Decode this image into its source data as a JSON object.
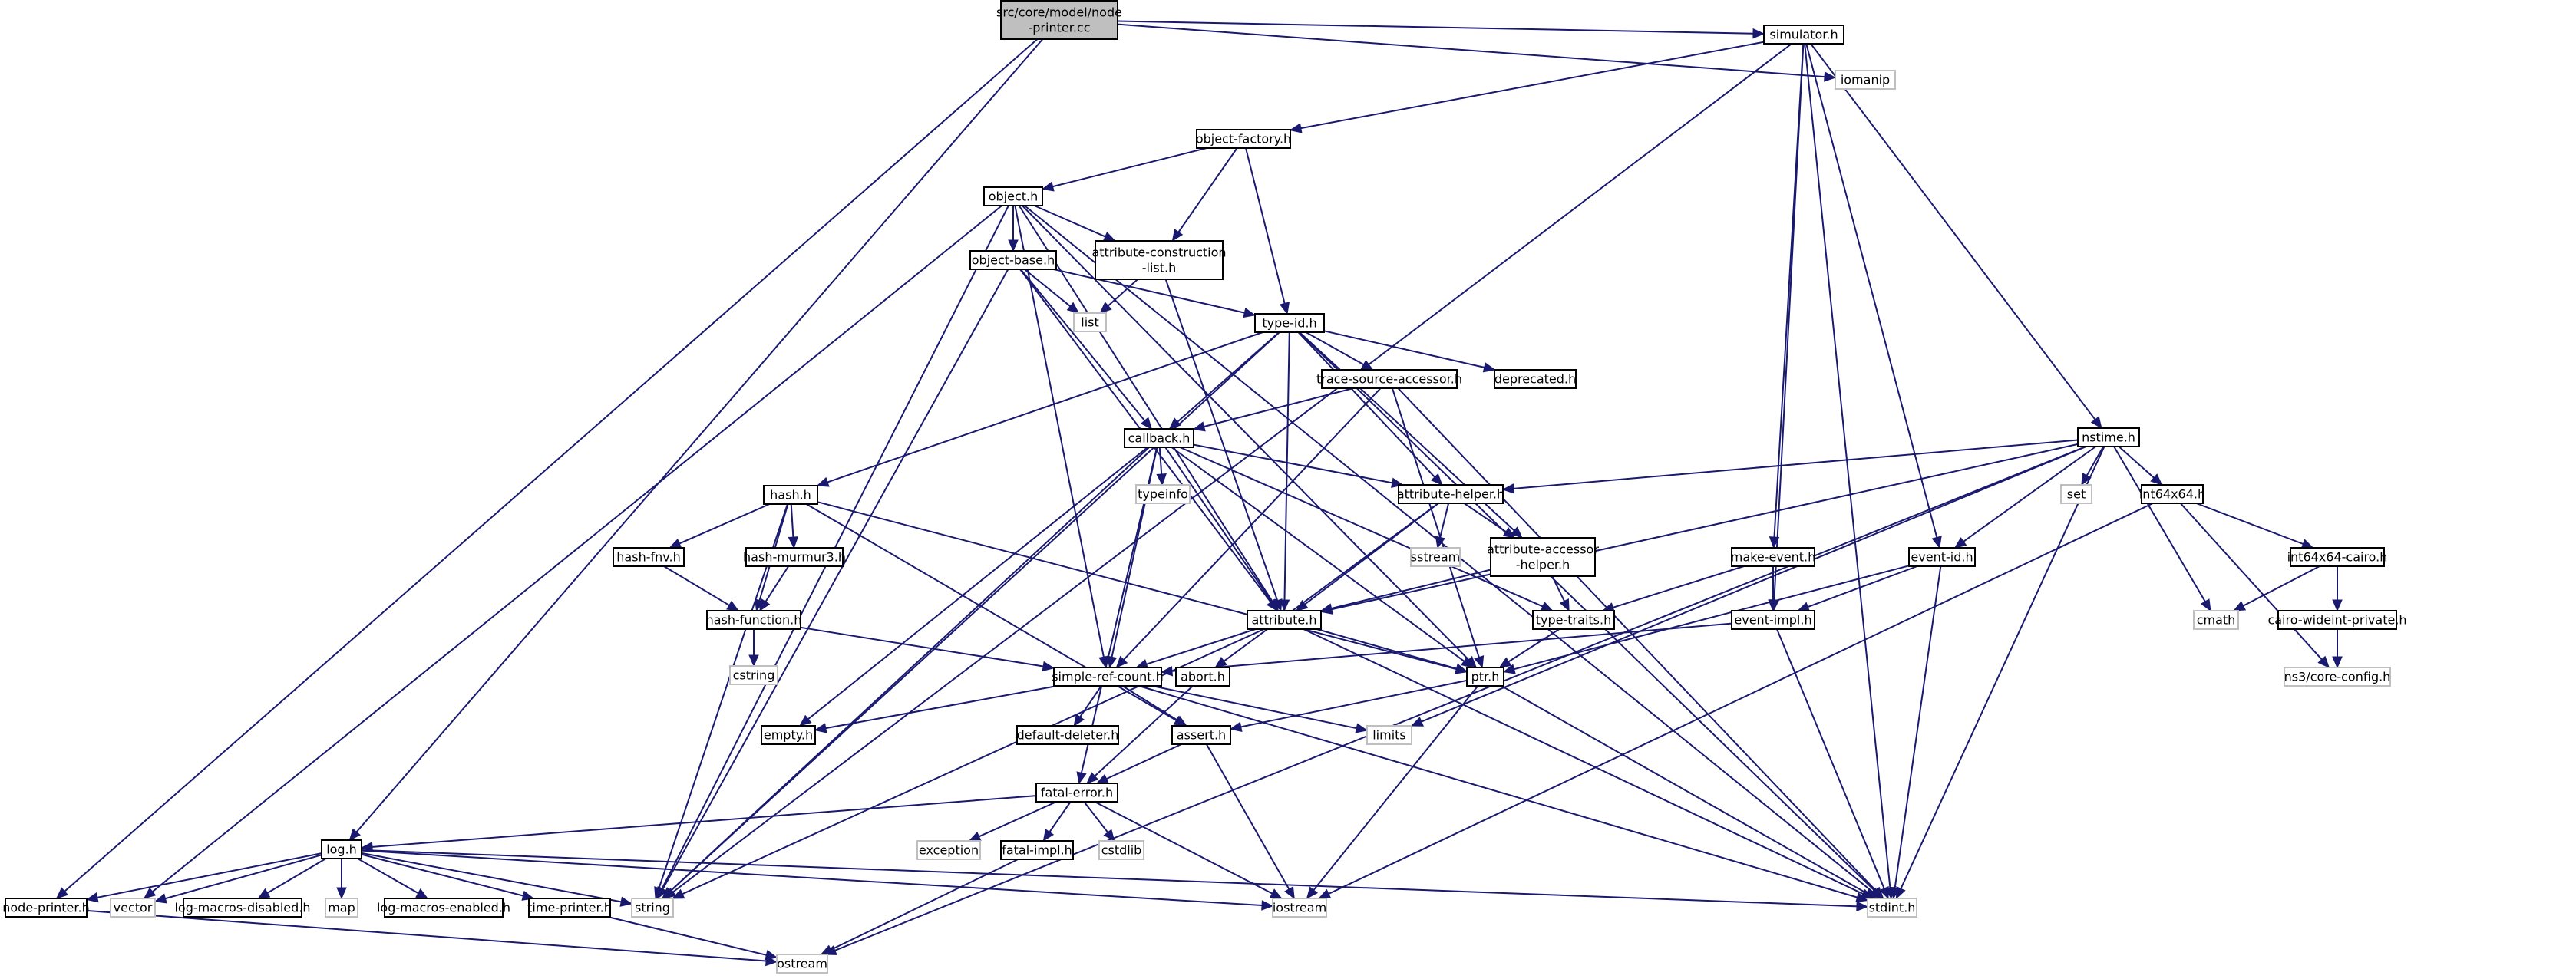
{
  "graph": {
    "nodes": [
      {
        "id": "root",
        "lines": [
          "src/core/model/node",
          "-printer.cc"
        ],
        "kind": "root"
      },
      {
        "id": "simulator",
        "lines": [
          "simulator.h"
        ],
        "kind": "normal"
      },
      {
        "id": "iomanip",
        "lines": [
          "iomanip"
        ],
        "kind": "external"
      },
      {
        "id": "objfactory",
        "lines": [
          "object-factory.h"
        ],
        "kind": "normal"
      },
      {
        "id": "object",
        "lines": [
          "object.h"
        ],
        "kind": "normal"
      },
      {
        "id": "objbase",
        "lines": [
          "object-base.h"
        ],
        "kind": "normal"
      },
      {
        "id": "attrcons",
        "lines": [
          "attribute-construction",
          "-list.h"
        ],
        "kind": "normal"
      },
      {
        "id": "list",
        "lines": [
          "list"
        ],
        "kind": "external"
      },
      {
        "id": "typeid",
        "lines": [
          "type-id.h"
        ],
        "kind": "normal"
      },
      {
        "id": "tsa",
        "lines": [
          "trace-source-accessor.h"
        ],
        "kind": "normal"
      },
      {
        "id": "deprecated",
        "lines": [
          "deprecated.h"
        ],
        "kind": "normal"
      },
      {
        "id": "callback",
        "lines": [
          "callback.h"
        ],
        "kind": "normal"
      },
      {
        "id": "typeinfo",
        "lines": [
          "typeinfo"
        ],
        "kind": "external"
      },
      {
        "id": "hash",
        "lines": [
          "hash.h"
        ],
        "kind": "normal"
      },
      {
        "id": "hashfnv",
        "lines": [
          "hash-fnv.h"
        ],
        "kind": "normal"
      },
      {
        "id": "hashmur",
        "lines": [
          "hash-murmur3.h"
        ],
        "kind": "normal"
      },
      {
        "id": "hashfunc",
        "lines": [
          "hash-function.h"
        ],
        "kind": "normal"
      },
      {
        "id": "cstring",
        "lines": [
          "cstring"
        ],
        "kind": "external"
      },
      {
        "id": "attrhelper",
        "lines": [
          "attribute-helper.h"
        ],
        "kind": "normal"
      },
      {
        "id": "sstream",
        "lines": [
          "sstream"
        ],
        "kind": "external"
      },
      {
        "id": "attracc",
        "lines": [
          "attribute-accessor",
          "-helper.h"
        ],
        "kind": "normal"
      },
      {
        "id": "attribute",
        "lines": [
          "attribute.h"
        ],
        "kind": "normal"
      },
      {
        "id": "typetraits",
        "lines": [
          "type-traits.h"
        ],
        "kind": "normal"
      },
      {
        "id": "ptr",
        "lines": [
          "ptr.h"
        ],
        "kind": "normal"
      },
      {
        "id": "abort",
        "lines": [
          "abort.h"
        ],
        "kind": "normal"
      },
      {
        "id": "srcount",
        "lines": [
          "simple-ref-count.h"
        ],
        "kind": "normal"
      },
      {
        "id": "empty",
        "lines": [
          "empty.h"
        ],
        "kind": "normal"
      },
      {
        "id": "defdel",
        "lines": [
          "default-deleter.h"
        ],
        "kind": "normal"
      },
      {
        "id": "assert",
        "lines": [
          "assert.h"
        ],
        "kind": "normal"
      },
      {
        "id": "limits",
        "lines": [
          "limits"
        ],
        "kind": "external"
      },
      {
        "id": "fatalerror",
        "lines": [
          "fatal-error.h"
        ],
        "kind": "normal"
      },
      {
        "id": "exception",
        "lines": [
          "exception"
        ],
        "kind": "external"
      },
      {
        "id": "fatalimpl",
        "lines": [
          "fatal-impl.h"
        ],
        "kind": "normal"
      },
      {
        "id": "cstdlib",
        "lines": [
          "cstdlib"
        ],
        "kind": "external"
      },
      {
        "id": "log",
        "lines": [
          "log.h"
        ],
        "kind": "normal"
      },
      {
        "id": "nodeprinter",
        "lines": [
          "node-printer.h"
        ],
        "kind": "normal"
      },
      {
        "id": "vector",
        "lines": [
          "vector"
        ],
        "kind": "external"
      },
      {
        "id": "logmdis",
        "lines": [
          "log-macros-disabled.h"
        ],
        "kind": "normal"
      },
      {
        "id": "map",
        "lines": [
          "map"
        ],
        "kind": "external"
      },
      {
        "id": "logmen",
        "lines": [
          "log-macros-enabled.h"
        ],
        "kind": "normal"
      },
      {
        "id": "timeprinter",
        "lines": [
          "time-printer.h"
        ],
        "kind": "normal"
      },
      {
        "id": "string",
        "lines": [
          "string"
        ],
        "kind": "external"
      },
      {
        "id": "iostream",
        "lines": [
          "iostream"
        ],
        "kind": "external"
      },
      {
        "id": "stdint",
        "lines": [
          "stdint.h"
        ],
        "kind": "external"
      },
      {
        "id": "ostream",
        "lines": [
          "ostream"
        ],
        "kind": "external"
      },
      {
        "id": "nstime",
        "lines": [
          "nstime.h"
        ],
        "kind": "normal"
      },
      {
        "id": "set",
        "lines": [
          "set"
        ],
        "kind": "external"
      },
      {
        "id": "int64x64",
        "lines": [
          "int64x64.h"
        ],
        "kind": "normal"
      },
      {
        "id": "i64cairo",
        "lines": [
          "int64x64-cairo.h"
        ],
        "kind": "normal"
      },
      {
        "id": "cmath",
        "lines": [
          "cmath"
        ],
        "kind": "external"
      },
      {
        "id": "cairowide",
        "lines": [
          "cairo-wideint-private.h"
        ],
        "kind": "normal"
      },
      {
        "id": "coreconfig",
        "lines": [
          "ns3/core-config.h"
        ],
        "kind": "external"
      },
      {
        "id": "makeevent",
        "lines": [
          "make-event.h"
        ],
        "kind": "normal"
      },
      {
        "id": "eventid",
        "lines": [
          "event-id.h"
        ],
        "kind": "normal"
      },
      {
        "id": "eventimpl",
        "lines": [
          "event-impl.h"
        ],
        "kind": "normal"
      }
    ],
    "edges": [
      [
        "root",
        "simulator"
      ],
      [
        "root",
        "iomanip"
      ],
      [
        "root",
        "log"
      ],
      [
        "root",
        "nodeprinter"
      ],
      [
        "simulator",
        "objfactory"
      ],
      [
        "simulator",
        "string"
      ],
      [
        "simulator",
        "stdint"
      ],
      [
        "simulator",
        "nstime"
      ],
      [
        "simulator",
        "makeevent"
      ],
      [
        "simulator",
        "eventid"
      ],
      [
        "simulator",
        "eventimpl"
      ],
      [
        "objfactory",
        "object"
      ],
      [
        "objfactory",
        "attrcons"
      ],
      [
        "objfactory",
        "typeid"
      ],
      [
        "object",
        "objbase"
      ],
      [
        "object",
        "attrcons"
      ],
      [
        "object",
        "attribute"
      ],
      [
        "object",
        "ptr"
      ],
      [
        "object",
        "srcount"
      ],
      [
        "object",
        "string"
      ],
      [
        "object",
        "vector"
      ],
      [
        "object",
        "stdint"
      ],
      [
        "objbase",
        "typeid"
      ],
      [
        "objbase",
        "callback"
      ],
      [
        "objbase",
        "list"
      ],
      [
        "objbase",
        "string"
      ],
      [
        "objbase",
        "attribute"
      ],
      [
        "attrcons",
        "attribute"
      ],
      [
        "attrcons",
        "list"
      ],
      [
        "typeid",
        "tsa"
      ],
      [
        "typeid",
        "deprecated"
      ],
      [
        "typeid",
        "callback"
      ],
      [
        "typeid",
        "hash"
      ],
      [
        "typeid",
        "attrhelper"
      ],
      [
        "typeid",
        "attracc"
      ],
      [
        "typeid",
        "attribute"
      ],
      [
        "typeid",
        "string"
      ],
      [
        "typeid",
        "stdint"
      ],
      [
        "tsa",
        "callback"
      ],
      [
        "tsa",
        "ptr"
      ],
      [
        "tsa",
        "srcount"
      ],
      [
        "tsa",
        "stdint"
      ],
      [
        "callback",
        "typeinfo"
      ],
      [
        "callback",
        "attrhelper"
      ],
      [
        "callback",
        "attribute"
      ],
      [
        "callback",
        "ptr"
      ],
      [
        "callback",
        "srcount"
      ],
      [
        "callback",
        "typetraits"
      ],
      [
        "callback",
        "fatalerror"
      ],
      [
        "callback",
        "empty"
      ],
      [
        "callback",
        "string"
      ],
      [
        "hash",
        "hashfnv"
      ],
      [
        "hash",
        "hashmur"
      ],
      [
        "hash",
        "hashfunc"
      ],
      [
        "hash",
        "assert"
      ],
      [
        "hash",
        "ptr"
      ],
      [
        "hash",
        "string"
      ],
      [
        "hashfnv",
        "hashfunc"
      ],
      [
        "hashmur",
        "hashfunc"
      ],
      [
        "hashfunc",
        "srcount"
      ],
      [
        "hashfunc",
        "cstring"
      ],
      [
        "attrhelper",
        "sstream"
      ],
      [
        "attrhelper",
        "attracc"
      ],
      [
        "attrhelper",
        "attribute"
      ],
      [
        "attrhelper",
        "abort"
      ],
      [
        "attracc",
        "attribute"
      ],
      [
        "attracc",
        "typetraits"
      ],
      [
        "attribute",
        "ptr"
      ],
      [
        "attribute",
        "srcount"
      ],
      [
        "attribute",
        "string"
      ],
      [
        "attribute",
        "stdint"
      ],
      [
        "typetraits",
        "ptr"
      ],
      [
        "ptr",
        "assert"
      ],
      [
        "ptr",
        "iostream"
      ],
      [
        "ptr",
        "stdint"
      ],
      [
        "abort",
        "fatalerror"
      ],
      [
        "srcount",
        "empty"
      ],
      [
        "srcount",
        "defdel"
      ],
      [
        "srcount",
        "assert"
      ],
      [
        "srcount",
        "limits"
      ],
      [
        "srcount",
        "stdint"
      ],
      [
        "assert",
        "fatalerror"
      ],
      [
        "assert",
        "iostream"
      ],
      [
        "fatalerror",
        "log"
      ],
      [
        "fatalerror",
        "exception"
      ],
      [
        "fatalerror",
        "fatalimpl"
      ],
      [
        "fatalerror",
        "cstdlib"
      ],
      [
        "fatalerror",
        "iostream"
      ],
      [
        "fatalimpl",
        "ostream"
      ],
      [
        "log",
        "nodeprinter"
      ],
      [
        "log",
        "vector"
      ],
      [
        "log",
        "logmdis"
      ],
      [
        "log",
        "map"
      ],
      [
        "log",
        "logmen"
      ],
      [
        "log",
        "timeprinter"
      ],
      [
        "log",
        "string"
      ],
      [
        "log",
        "iostream"
      ],
      [
        "log",
        "stdint"
      ],
      [
        "nodeprinter",
        "ostream"
      ],
      [
        "timeprinter",
        "ostream"
      ],
      [
        "nstime",
        "set"
      ],
      [
        "nstime",
        "int64x64"
      ],
      [
        "nstime",
        "cmath"
      ],
      [
        "nstime",
        "attrhelper"
      ],
      [
        "nstime",
        "attribute"
      ],
      [
        "nstime",
        "eventid"
      ],
      [
        "nstime",
        "limits"
      ],
      [
        "nstime",
        "stdint"
      ],
      [
        "nstime",
        "ostream"
      ],
      [
        "int64x64",
        "i64cairo"
      ],
      [
        "int64x64",
        "coreconfig"
      ],
      [
        "int64x64",
        "iostream"
      ],
      [
        "i64cairo",
        "cmath"
      ],
      [
        "i64cairo",
        "cairowide"
      ],
      [
        "i64cairo",
        "coreconfig"
      ],
      [
        "cairowide",
        "coreconfig"
      ],
      [
        "makeevent",
        "eventimpl"
      ],
      [
        "makeevent",
        "typetraits"
      ],
      [
        "eventid",
        "eventimpl"
      ],
      [
        "eventid",
        "ptr"
      ],
      [
        "eventid",
        "stdint"
      ],
      [
        "eventimpl",
        "srcount"
      ],
      [
        "eventimpl",
        "stdint"
      ]
    ]
  }
}
